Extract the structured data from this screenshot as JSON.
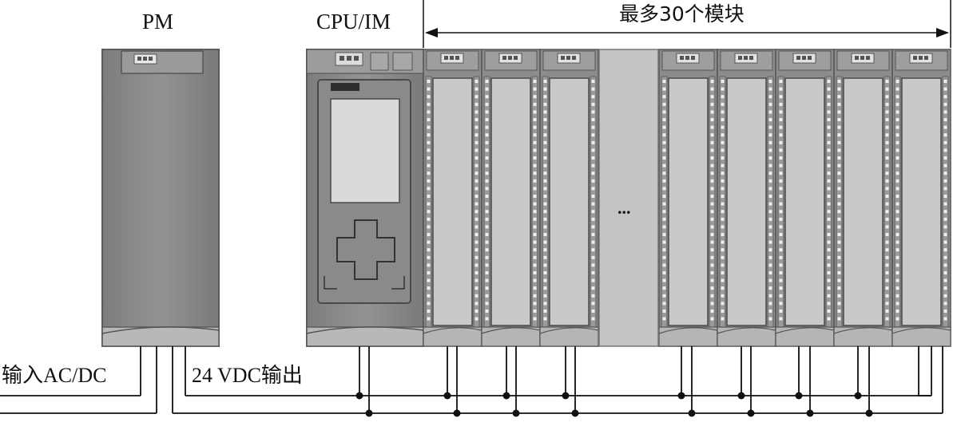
{
  "labels": {
    "pm": "PM",
    "cpu_im": "CPU/IM",
    "max_modules": "最多30个模块",
    "input_acdc": "输入AC/DC",
    "output_24vdc": "24 VDC输出",
    "ellipsis": "..."
  },
  "modules": {
    "visible_count_left": 3,
    "visible_count_right": 5,
    "max_count": 30
  },
  "colors": {
    "module_body": "#8a8a8a",
    "module_dark": "#6f6f6f",
    "module_light": "#bdbdbd",
    "gap_panel": "#c4c4c4",
    "wire": "#111111",
    "background": "#ffffff"
  }
}
